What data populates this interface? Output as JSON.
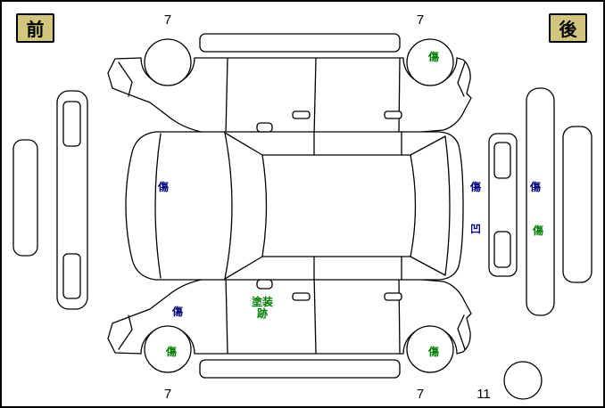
{
  "orientation": {
    "front_label": "前",
    "rear_label": "後"
  },
  "tires": {
    "front_left": "7",
    "front_right": "7",
    "rear_left": "7",
    "rear_right": "7",
    "spare": "11"
  },
  "damage_markers": [
    {
      "text": "傷",
      "color": "#008000",
      "location": "front-right-wheel"
    },
    {
      "text": "傷",
      "color": "#000080",
      "location": "left-front-door-panel"
    },
    {
      "text": "傷",
      "color": "#000080",
      "location": "rear-gate-right"
    },
    {
      "text": "凹",
      "color": "#000080",
      "location": "rear-gate-right-lower"
    },
    {
      "text": "傷",
      "color": "#000080",
      "location": "rear-bumper-upper"
    },
    {
      "text": "傷",
      "color": "#008000",
      "location": "rear-bumper-lower"
    },
    {
      "text": "傷",
      "color": "#000080",
      "location": "right-front-door-panel"
    },
    {
      "text": "塗装跡",
      "color": "#008000",
      "location": "right-side-sill"
    },
    {
      "text": "傷",
      "color": "#008000",
      "location": "rear-left-wheel"
    },
    {
      "text": "傷",
      "color": "#008000",
      "location": "rear-right-wheel"
    }
  ],
  "colors": {
    "direction_box_bg": "#d2c57c",
    "scratch_green": "#008000",
    "damage_navy": "#000080",
    "outline_black": "#000000"
  }
}
